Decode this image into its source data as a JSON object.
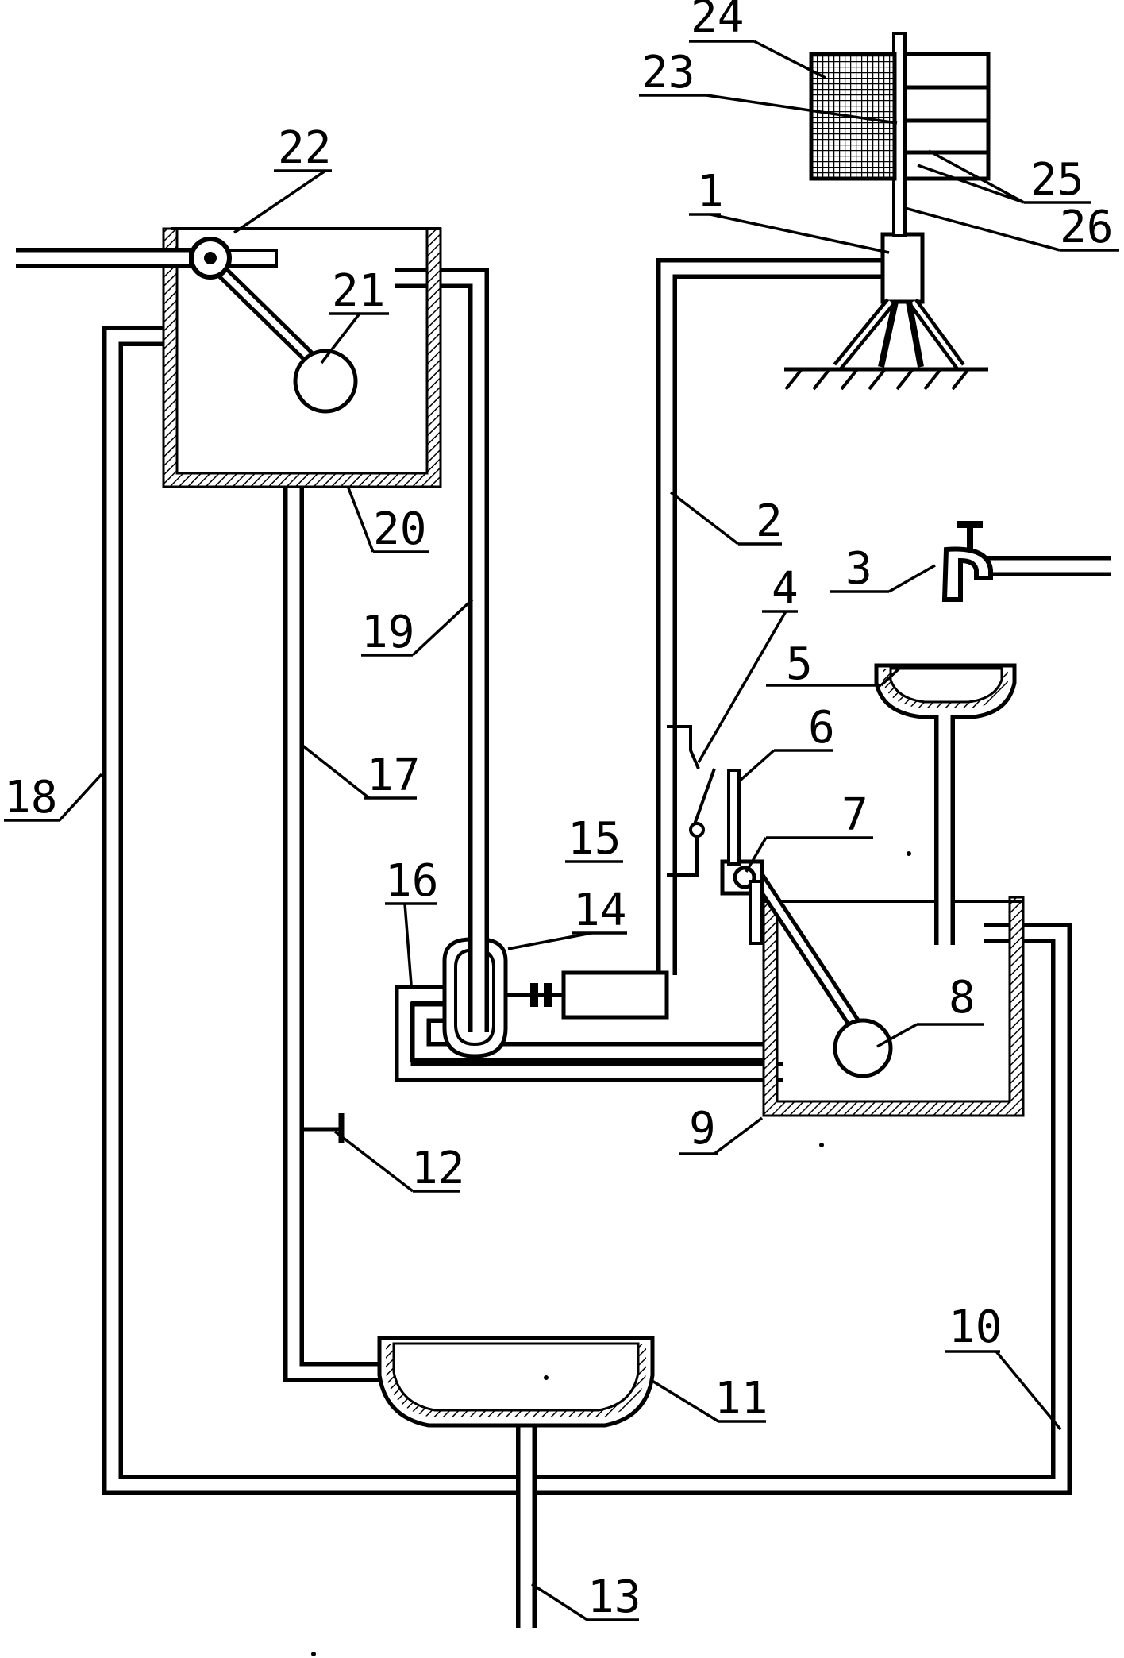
{
  "figure": {
    "labels": [
      {
        "id": "1",
        "text": "1"
      },
      {
        "id": "2",
        "text": "2"
      },
      {
        "id": "3",
        "text": "3"
      },
      {
        "id": "4",
        "text": "4"
      },
      {
        "id": "5",
        "text": "5"
      },
      {
        "id": "6",
        "text": "6"
      },
      {
        "id": "7",
        "text": "7"
      },
      {
        "id": "8",
        "text": "8"
      },
      {
        "id": "9",
        "text": "9"
      },
      {
        "id": "10",
        "text": "10"
      },
      {
        "id": "11",
        "text": "11"
      },
      {
        "id": "12",
        "text": "12"
      },
      {
        "id": "13",
        "text": "13"
      },
      {
        "id": "14",
        "text": "14"
      },
      {
        "id": "15",
        "text": "15"
      },
      {
        "id": "16",
        "text": "16"
      },
      {
        "id": "17",
        "text": "17"
      },
      {
        "id": "18",
        "text": "18"
      },
      {
        "id": "19",
        "text": "19"
      },
      {
        "id": "20",
        "text": "20"
      },
      {
        "id": "21",
        "text": "21"
      },
      {
        "id": "22",
        "text": "22"
      },
      {
        "id": "23",
        "text": "23"
      },
      {
        "id": "24",
        "text": "24"
      },
      {
        "id": "25",
        "text": "25"
      },
      {
        "id": "26",
        "text": "26"
      }
    ]
  }
}
